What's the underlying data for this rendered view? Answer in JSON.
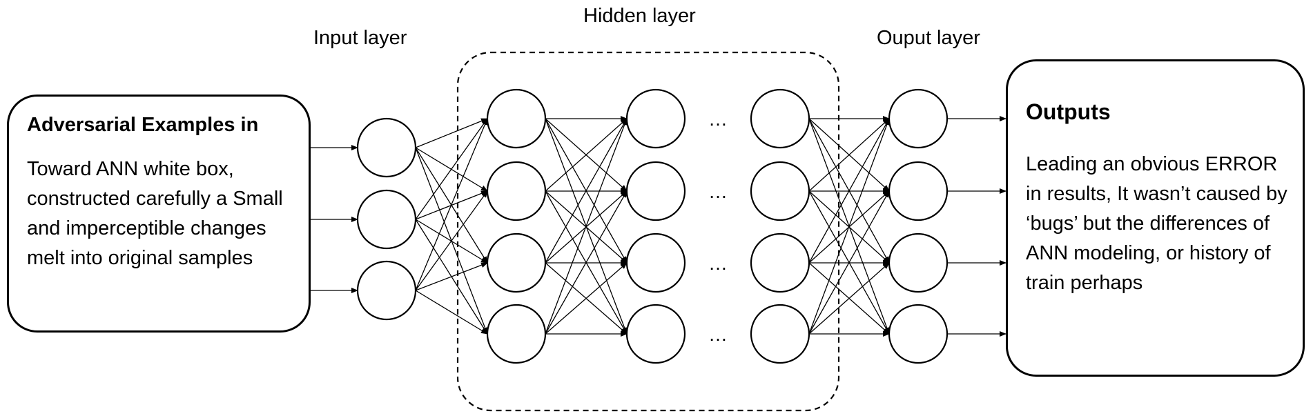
{
  "labels": {
    "input_layer": "Input layer",
    "hidden_layer": "Hidden layer",
    "output_layer": "Ouput layer",
    "ellipsis": "…"
  },
  "input_box": {
    "title": "Adversarial Examples in",
    "text": "Toward ANN white box, constructed carefully a Small and imperceptible changes melt into original samples"
  },
  "output_box": {
    "title": "Outputs",
    "text": "Leading an obvious ERROR in results, It wasn’t caused by ‘bugs’ but the differences of ANN modeling, or history of train perhaps"
  },
  "network": {
    "input_nodes": 3,
    "hidden_layers": 3,
    "hidden_nodes_per_layer": 4,
    "output_nodes": 4,
    "ellipsis_rows": 4
  }
}
